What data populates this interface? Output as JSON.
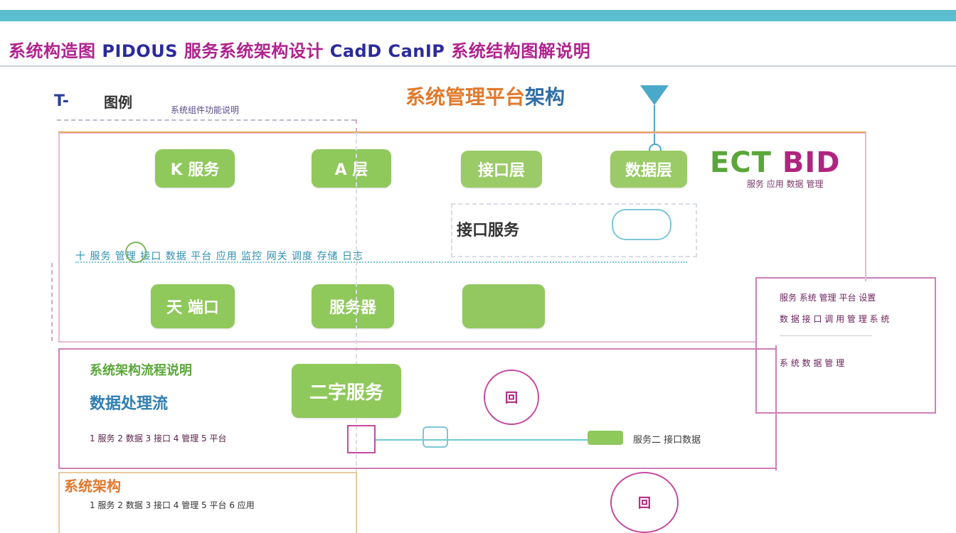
{
  "banner": {
    "title_part1": "系统构造图 ",
    "title_latin1": "PIDOUS",
    "title_part2": " 服务系统架构设计 ",
    "title_latin2": "CadD CanIP",
    "title_part3": " 系统结构图解说明"
  },
  "legend": {
    "mark": "T-",
    "name": "图例",
    "sub": "系统组件功能说明"
  },
  "main_title": {
    "a": "系统管理平台",
    "b": "架构"
  },
  "top_nodes": [
    {
      "label": "K 服务"
    },
    {
      "label": "A 层"
    },
    {
      "label": "接口层"
    },
    {
      "label": "数据层"
    }
  ],
  "brand": {
    "main": "ECT ",
    "accent": "BID",
    "sub": "服务 应用 数据 管理"
  },
  "mid_box": {
    "label": "接口服务"
  },
  "mid_row": {
    "text": "十 服务 管理 接口 数据 平台 应用 监控 网关 调度 存储 日志"
  },
  "second_nodes": [
    {
      "label": "天 端口"
    },
    {
      "label": "服务器"
    },
    {
      "label": ""
    }
  ],
  "right_panel": {
    "lines": [
      "服务 系统 管理 平台 设置",
      "数 据 接 口 调 用 管 理 系 统",
      "系 统 数 据 管 理"
    ]
  },
  "lower": {
    "heading1": "系统架构流程说明",
    "heading2": "数据处理流",
    "node": "二字服务",
    "list": "1 服务 2 数据 3 接口 4 管理 5 平台",
    "circle1": "回",
    "circle2": "回",
    "flow_label": "服务二 接口数据"
  },
  "bottom": {
    "title": "系统架构",
    "list": "1 服务 2 数据 3 接口 4 管理 5 平台 6 应用"
  },
  "colors": {
    "accent_blue": "#5bbfd0",
    "node_green": "#8fc85b",
    "frame_pink": "#cf7fb8",
    "title_orange": "#e07a2c",
    "banner_magenta": "#b0238e"
  }
}
